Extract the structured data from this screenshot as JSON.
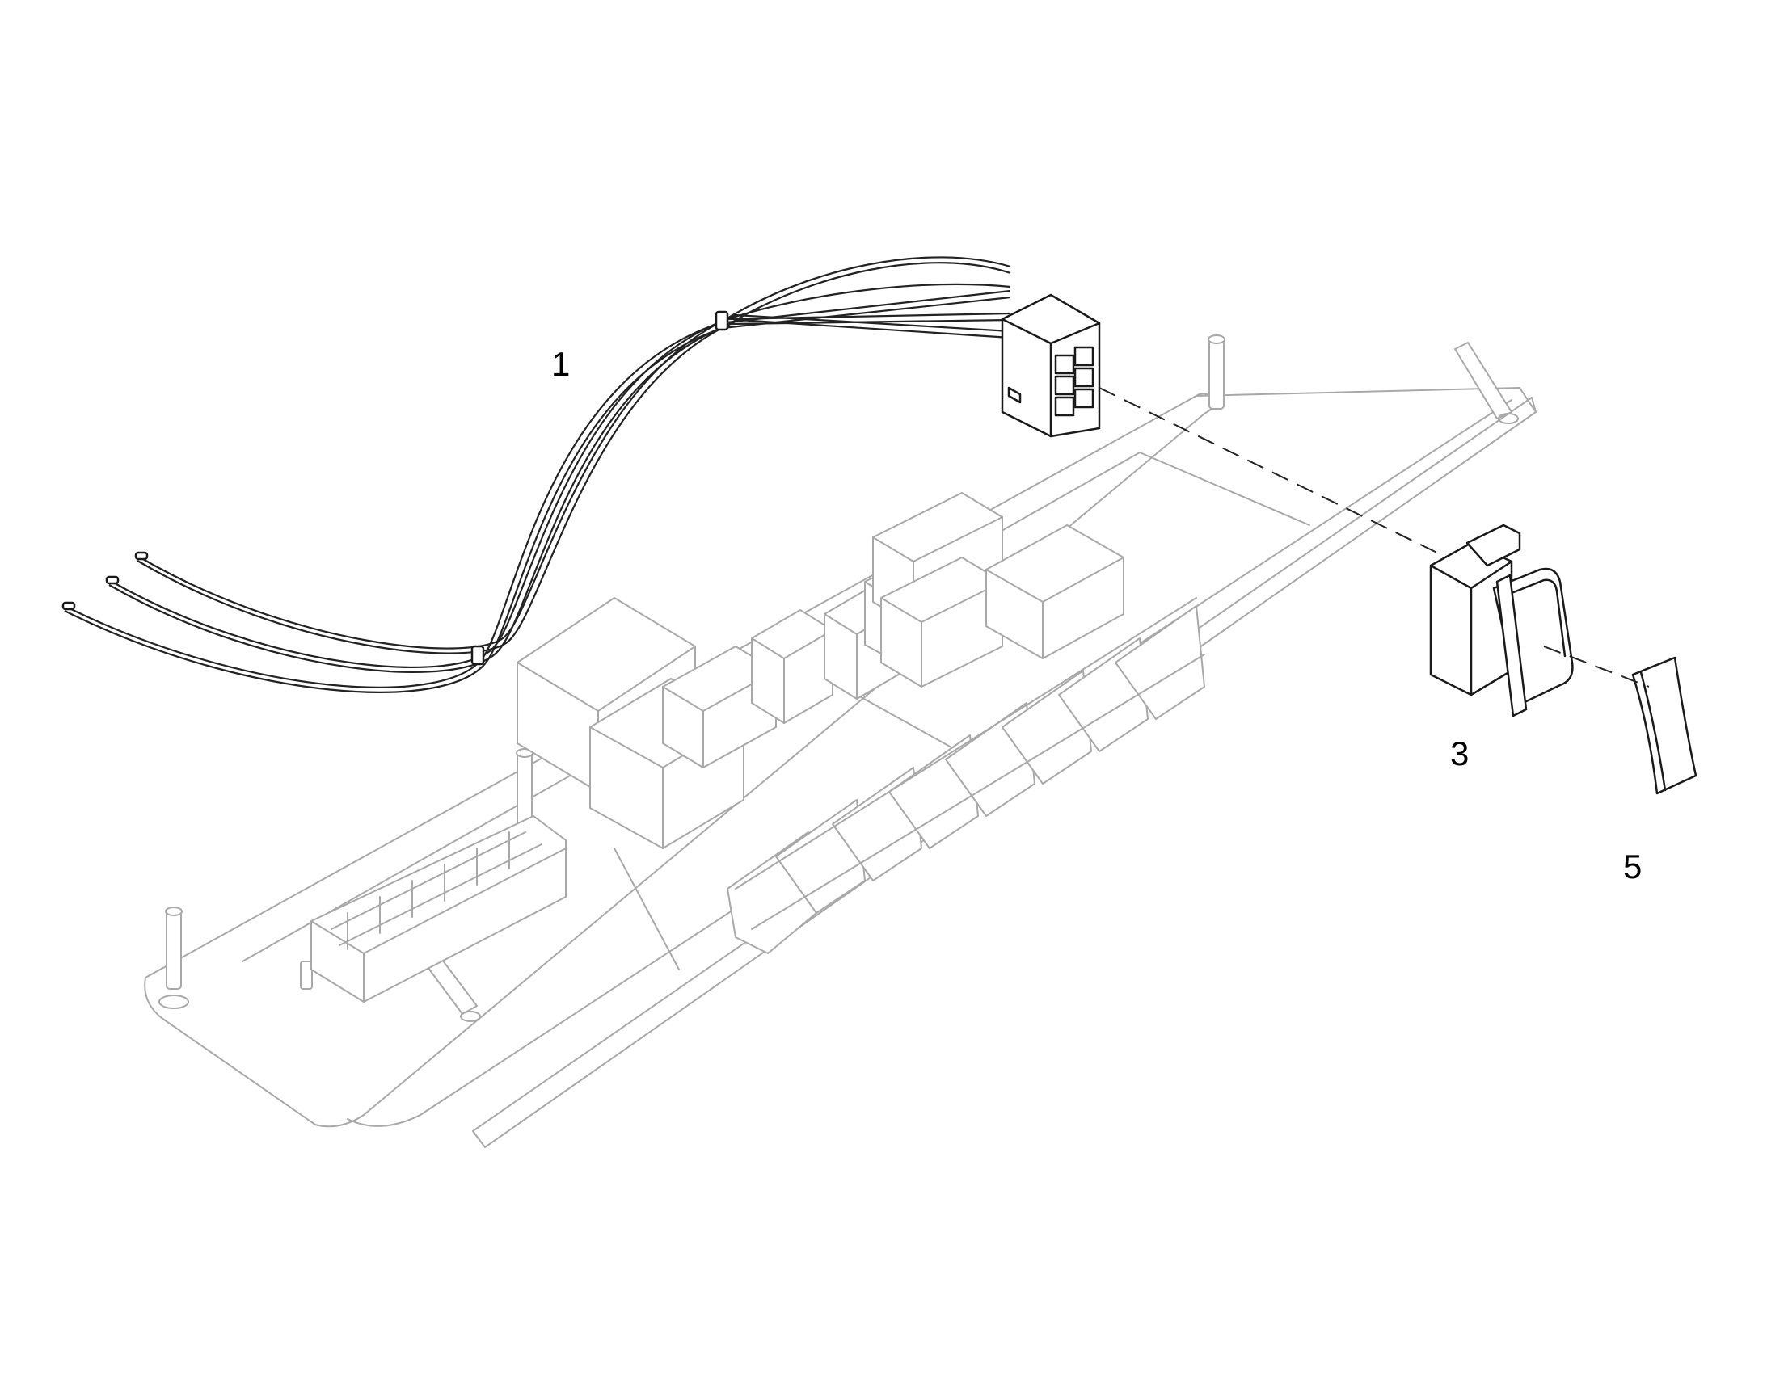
{
  "callouts": [
    {
      "id": "1",
      "label": "1"
    },
    {
      "id": "3",
      "label": "3"
    },
    {
      "id": "5",
      "label": "5"
    }
  ],
  "parts": [
    {
      "name": "wiring-harness",
      "callout": "1"
    },
    {
      "name": "rocker-switch",
      "callout": "3"
    },
    {
      "name": "switch-lens",
      "callout": "5"
    }
  ],
  "colors": {
    "line": "#1a1a1a",
    "ghost": "#a8a8a8",
    "background": "#ffffff"
  }
}
